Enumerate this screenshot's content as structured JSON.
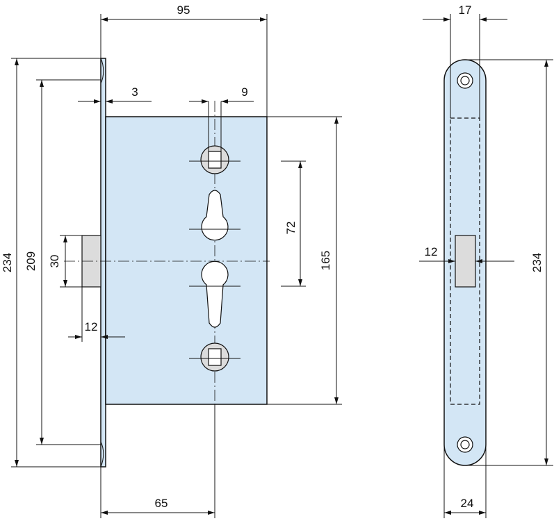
{
  "dimensions": {
    "overall_depth": "95",
    "faceplate_thickness": "3",
    "spindle_width": "9",
    "backset": "65",
    "case_height": "165",
    "center_distance": "72",
    "faceplate_length": "234",
    "fixing_hole_distance": "209",
    "latch_height": "30",
    "latch_projection": "12",
    "faceplate_width_front": "17",
    "faceplate_width_bottom": "24",
    "latch_width_front": "12",
    "faceplate_length_front": "234"
  },
  "colors": {
    "case_fill": "#d3e6f5",
    "latch_fill": "#dcdcdc",
    "line": "#111111"
  }
}
